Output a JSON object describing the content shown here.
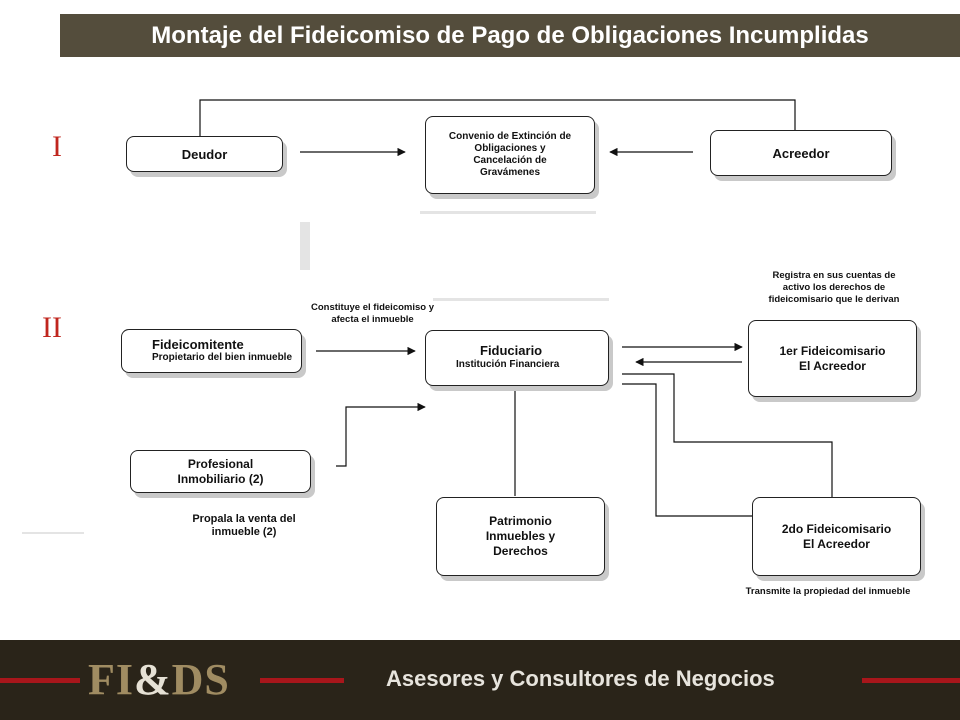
{
  "title": "Montaje del Fideicomiso de Pago de Obligaciones Incumplidas",
  "sections": {
    "one": "I",
    "two": "II"
  },
  "boxes": {
    "deudor": "Deudor",
    "convenio": "Convenio de Extinción de Obligaciones y Cancelación de Gravámenes",
    "acreedor": "Acreedor",
    "fideicomitente_title": "Fideicomitente",
    "fideicomitente_sub": "Propietario del bien inmueble",
    "fiduciario_title": "Fiduciario",
    "fiduciario_sub": "Institución Financiera",
    "fideicomisario1_line1": "1er Fideicomisario",
    "fideicomisario1_line2": "El Acreedor",
    "profesional": "Profesional Inmobiliario (2)",
    "patrimonio": "Patrimonio Inmuebles y Derechos",
    "fideicomisario2_line1": "2do Fideicomisario",
    "fideicomisario2_line2": "El Acreedor"
  },
  "notes": {
    "constituye": "Constituye el fideicomiso y afecta el inmueble",
    "registra": "Registra en sus cuentas de activo los derechos de fideicomisario que le derivan",
    "propala": "Propala la venta del inmueble (2)",
    "transmite": "Transmite la propiedad del inmueble"
  },
  "footer": {
    "logo_left": "FI",
    "logo_amp": "&",
    "logo_right": "DS",
    "tagline": "Asesores y Consultores de Negocios"
  },
  "colors": {
    "title_bar": "#544d3c",
    "roman": "#c0261e",
    "footer_bg": "#2a2419",
    "footer_accent": "#a8161b",
    "logo": "#a08c62"
  }
}
